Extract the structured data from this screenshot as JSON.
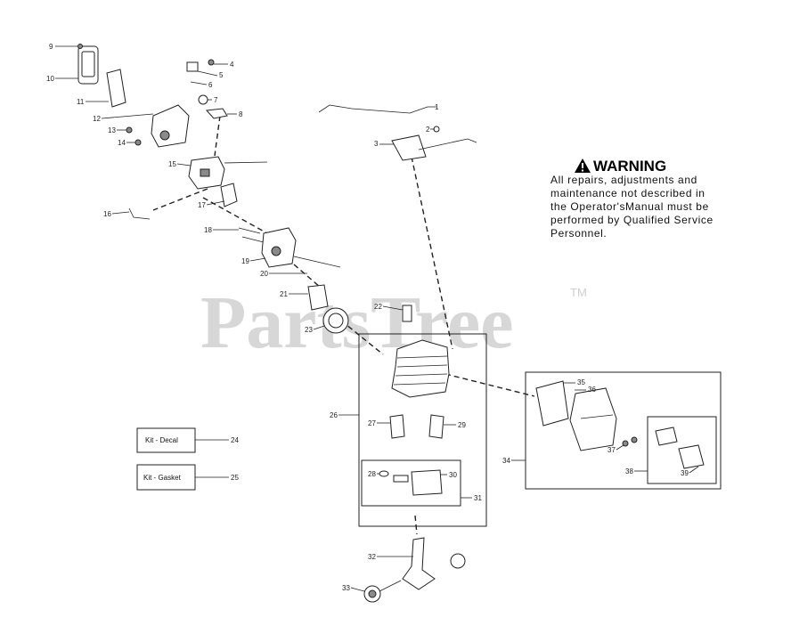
{
  "watermark": {
    "text": "PartsTree",
    "trademark": "TM"
  },
  "warning": {
    "title": "WARNING",
    "icon": "warning-triangle-icon",
    "lines": [
      "All repairs, adjustments and",
      "maintenance not described in",
      "the Operator'sManual must be",
      "performed by Qualified Service",
      "Personnel."
    ]
  },
  "kits": [
    {
      "label": "Kit - Decal",
      "number": "24"
    },
    {
      "label": "Kit - Gasket",
      "number": "25"
    }
  ],
  "callouts": [
    "1",
    "2",
    "3",
    "4",
    "5",
    "6",
    "7",
    "8",
    "9",
    "10",
    "11",
    "12",
    "13",
    "14",
    "15",
    "16",
    "17",
    "18",
    "19",
    "20",
    "21",
    "22",
    "23",
    "26",
    "27",
    "28",
    "29",
    "30",
    "31",
    "32",
    "33",
    "34",
    "35",
    "36",
    "37",
    "38",
    "39"
  ]
}
